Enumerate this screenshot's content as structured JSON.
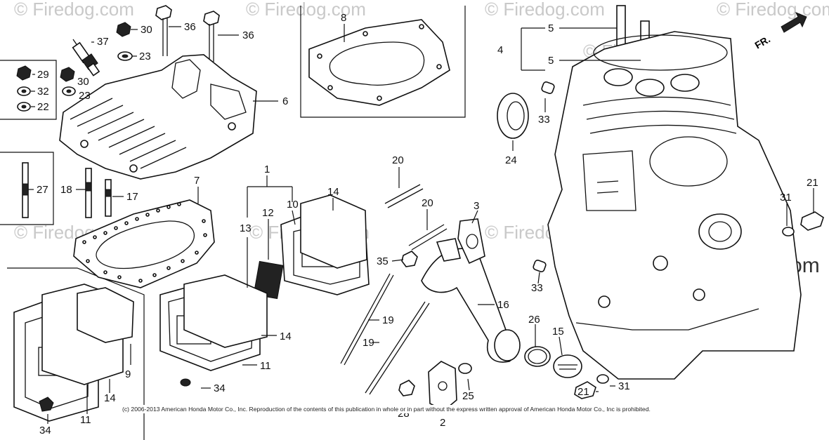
{
  "watermarks": [
    "© Firedog.com",
    "© Firedog.com",
    "© Firedog.com",
    "© Firedog.com",
    "© Firedog.com",
    "© Firedog.com",
    "© Firedog.com",
    "© Firedog.com"
  ],
  "brand_watermark": "firedog.com",
  "direction_label": "FR.",
  "copyright": "(c) 2006-2013 American Honda Motor Co., Inc. Reproduction of the contents of this publication in whole or in part without the express written approval of American Honda Motor Co., Inc is prohibited.",
  "callouts": {
    "c37": "37",
    "c30a": "30",
    "c36a": "36",
    "c36b": "36",
    "c23a": "23",
    "c29": "29",
    "c30b": "30",
    "c32": "32",
    "c23b": "23",
    "c22": "22",
    "c6": "6",
    "c8": "8",
    "c4": "4",
    "c5a": "5",
    "c5b": "5",
    "c33a": "33",
    "c24": "24",
    "c27": "27",
    "c18": "18",
    "c17": "17",
    "c7": "7",
    "c1": "1",
    "c12": "12",
    "c10": "10",
    "c13": "13",
    "c14a": "14",
    "c20a": "20",
    "c20b": "20",
    "c3": "3",
    "c35": "35",
    "c16": "16",
    "c19a": "19",
    "c19b": "19",
    "c33b": "33",
    "c31a": "31",
    "c21a": "21",
    "c26": "26",
    "c15": "15",
    "c14b": "14",
    "c11a": "11",
    "c9": "9",
    "c14c": "14",
    "c11b": "11",
    "c34a": "34",
    "c34b": "34",
    "c25": "25",
    "c21b": "21",
    "c31b": "31",
    "c2": "2",
    "c28": "28"
  }
}
